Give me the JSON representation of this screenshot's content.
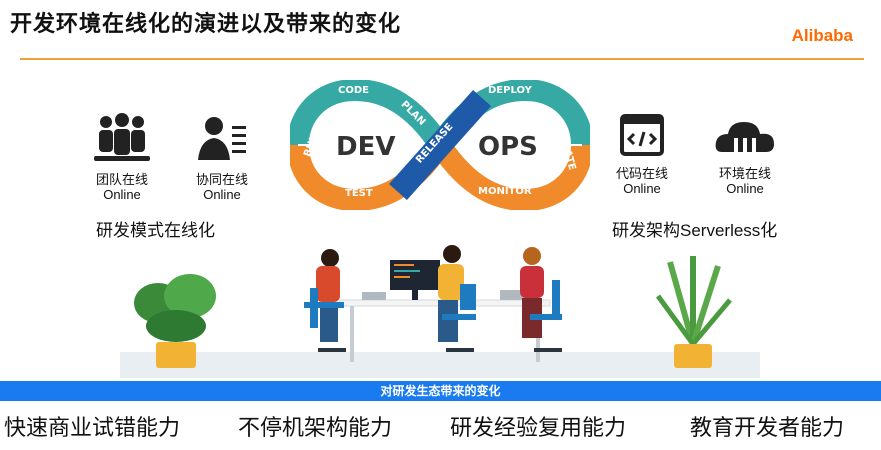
{
  "header": {
    "title": "开发环境在线化的演进以及带来的变化",
    "brand": "Alibaba"
  },
  "left": {
    "items": [
      {
        "icon": "team-icon",
        "label_cn": "团队在线",
        "label_en": "Online"
      },
      {
        "icon": "collaboration-icon",
        "label_cn": "协同在线",
        "label_en": "Online"
      }
    ],
    "section_label": "研发模式在线化"
  },
  "devops": {
    "dev": "DEV",
    "ops": "OPS",
    "stages": [
      "CODE",
      "PLAN",
      "BUILD",
      "TEST",
      "RELEASE",
      "DEPLOY",
      "OPERATE",
      "MONITOR"
    ]
  },
  "right": {
    "items": [
      {
        "icon": "code-window-icon",
        "label_cn": "代码在线",
        "label_en": "Online"
      },
      {
        "icon": "cloud-icon",
        "label_cn": "环境在线",
        "label_en": "Online"
      }
    ],
    "section_label": "研发架构Serverless化"
  },
  "banner": "对研发生态带来的变化",
  "changes": [
    "快速商业试错能力",
    "不停机架构能力",
    "研发经验复用能力",
    "教育开发者能力"
  ],
  "colors": {
    "accent": "#ff6a00",
    "banner": "#1a7bf0",
    "teal": "#37a9a4",
    "orange": "#f08a2a",
    "blue": "#1e5aa8"
  }
}
